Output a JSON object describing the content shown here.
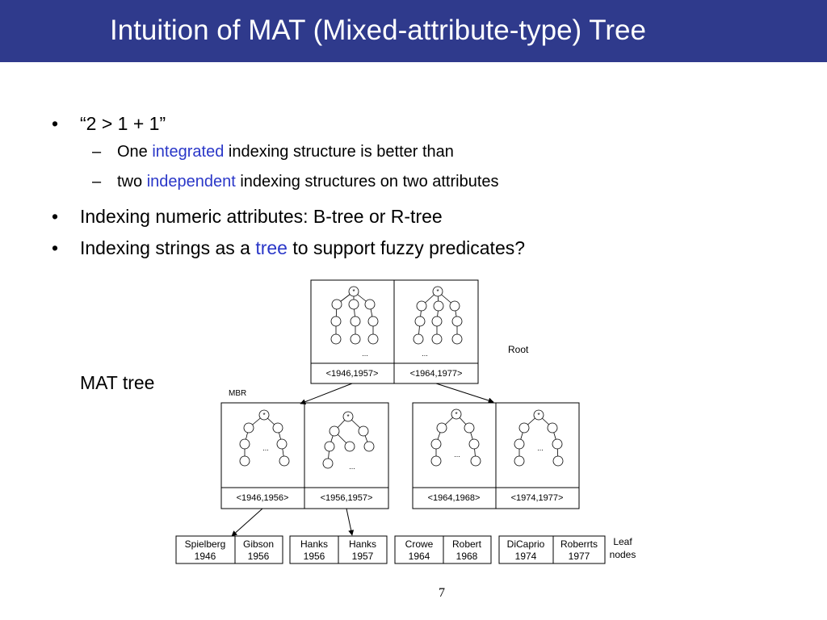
{
  "slide": {
    "title": "Intuition of MAT (Mixed-attribute-type) Tree",
    "page_number": "7"
  },
  "bullets": {
    "b1": {
      "bullet": "•",
      "text": "“2 > 1 + 1”"
    },
    "b1a": {
      "dash": "–",
      "pre": "One ",
      "hl": "integrated",
      "post": " indexing structure is better than"
    },
    "b1b": {
      "dash": "–",
      "pre": "two ",
      "hl": "independent",
      "post": " indexing structures on two attributes"
    },
    "b2": {
      "bullet": "•",
      "text": "Indexing numeric attributes: B-tree or R-tree"
    },
    "b3": {
      "bullet": "•",
      "text_pre": "Indexing strings as a ",
      "hl": "tree",
      "text_post": " to support fuzzy predicates?"
    }
  },
  "diagram": {
    "mat_label": "MAT tree",
    "root_label": "Root",
    "mbr_label": "MBR",
    "leaf_label": [
      "Leaf",
      "nodes"
    ],
    "trie_root_marker": "*",
    "ellipsis": "...",
    "root_ranges": [
      "<1946,1957>",
      "<1964,1977>"
    ],
    "mid_ranges": [
      "<1946,1956>",
      "<1956,1957>",
      "<1964,1968>",
      "<1974,1977>"
    ],
    "leaves": [
      {
        "name": "Spielberg",
        "year": "1946"
      },
      {
        "name": "Gibson",
        "year": "1956"
      },
      {
        "name": "Hanks",
        "year": "1956"
      },
      {
        "name": "Hanks",
        "year": "1957"
      },
      {
        "name": "Crowe",
        "year": "1964"
      },
      {
        "name": "Robert",
        "year": "1968"
      },
      {
        "name": "DiCaprio",
        "year": "1974"
      },
      {
        "name": "Roberrts",
        "year": "1977"
      }
    ],
    "colors": {
      "title_bar": "#2f3a8c",
      "highlight": "#2a37c8"
    }
  }
}
